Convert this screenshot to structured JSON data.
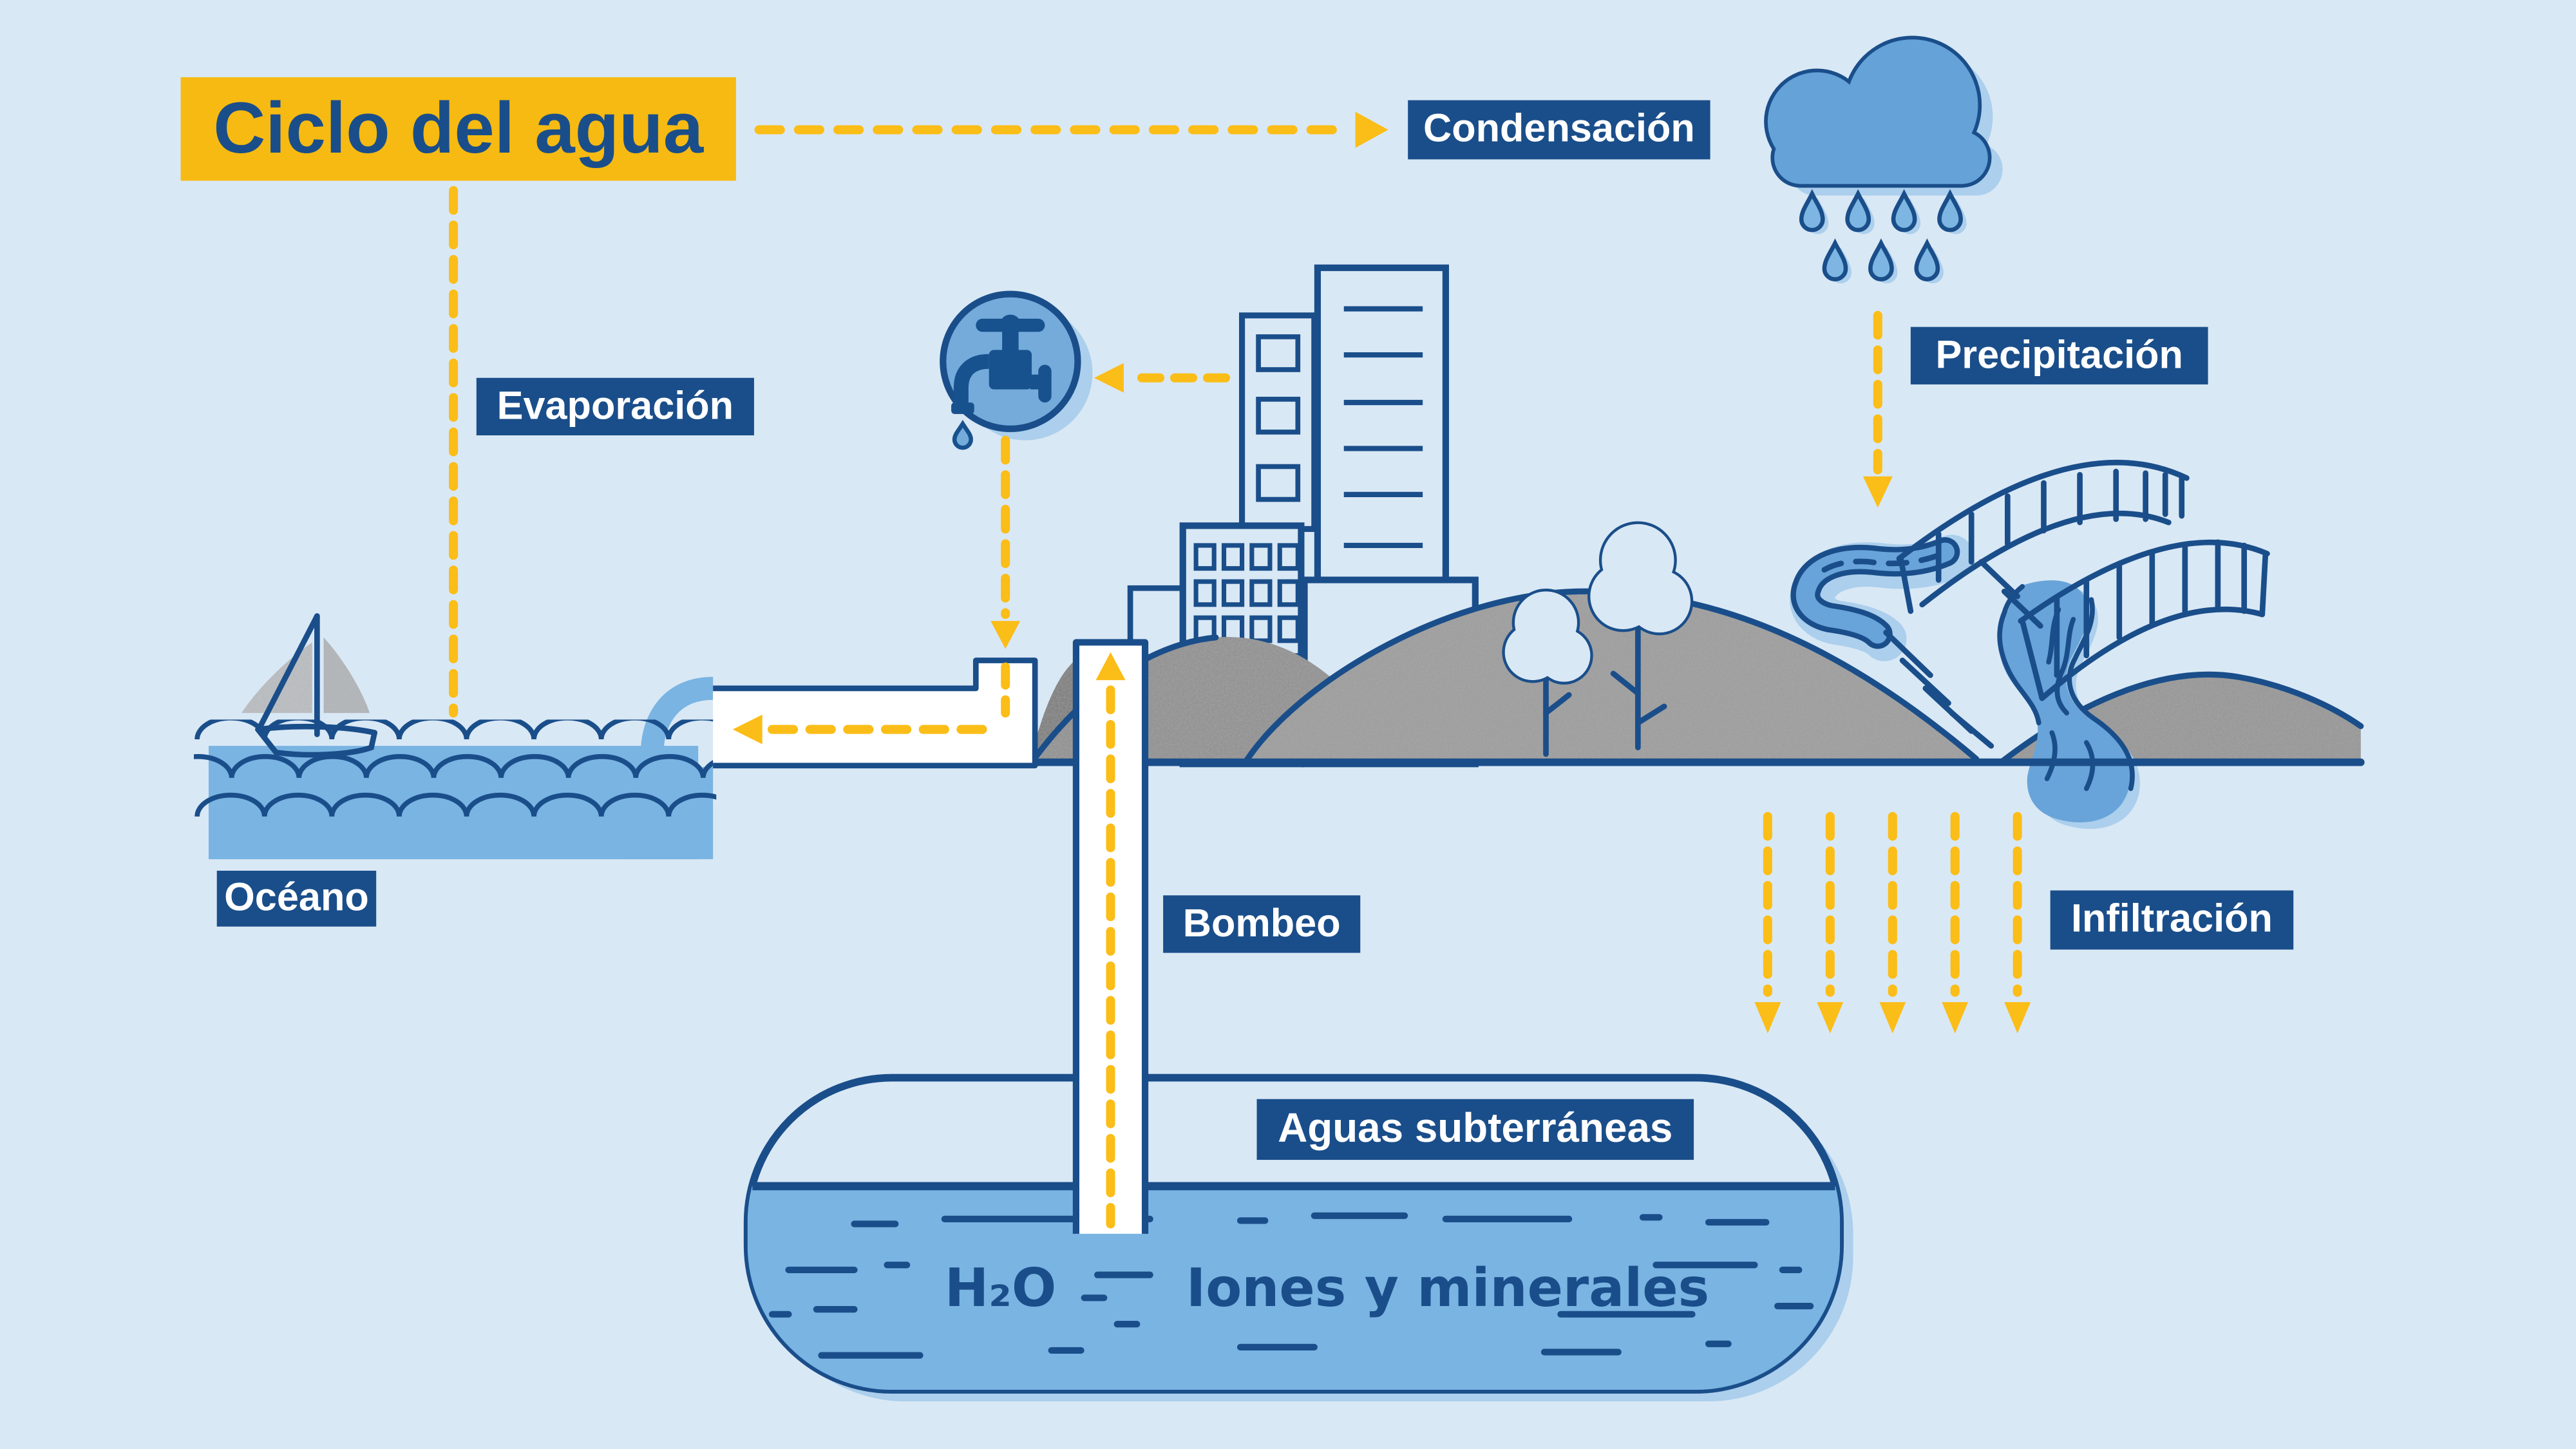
{
  "title": "Ciclo del agua",
  "labels": {
    "condensacion": "Condensación",
    "precipitacion": "Precipitación",
    "evaporacion": "Evaporación",
    "oceano": "Océano",
    "bombeo": "Bombeo",
    "infiltracion": "Infiltración",
    "aguas_subterraneas": "Aguas subterráneas"
  },
  "tank": {
    "h2o": "H₂O",
    "iones": "Iones y minerales"
  },
  "icons": {
    "cloud": "rain-cloud-icon",
    "faucet": "water-tap-icon",
    "boat": "sailboat-icon",
    "arrows": "yellow-dashed-flow-arrows"
  },
  "colors": {
    "background": "#d9e8f5",
    "navy": "#1a4e8a",
    "yellow": "#fbbd17",
    "title_yellow": "#f6ba13",
    "water": "#79b4e2",
    "cloud_blue": "#64a2d8",
    "shadow_blue": "#abcfec",
    "hill_gray": "#9c9c9c",
    "white": "#ffffff"
  }
}
